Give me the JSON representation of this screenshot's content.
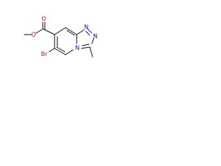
{
  "molecule": {
    "atom_labels": {
      "O_ester": "O",
      "O_carbonyl": "O",
      "Br": "Br",
      "N1": "N",
      "N2": "N",
      "N_bridge": "N"
    },
    "colors": {
      "bond": "#000000",
      "oxygen": "#ff0000",
      "nitrogen": "#0000ff",
      "bromine": "#a52a2a"
    }
  }
}
